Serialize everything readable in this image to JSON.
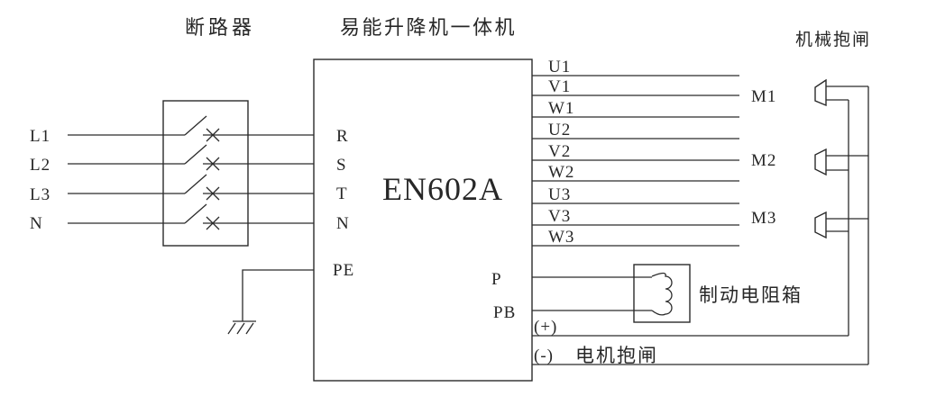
{
  "labels": {
    "breaker": "断路器",
    "machine": "易能升降机一体机",
    "mechanical_brake": "机械抱闸",
    "model": "EN602A",
    "brake_resistor_box": "制动电阻箱",
    "dc_plus": "(+)",
    "dc_minus": "(-)",
    "motor_brake": "电机抱闸"
  },
  "input_terminals": [
    "L1",
    "L2",
    "L3",
    "N"
  ],
  "drive_input_terminals": [
    "R",
    "S",
    "T",
    "N",
    "PE"
  ],
  "brake_terminals": [
    "P",
    "PB"
  ],
  "output_terminals": [
    "U1",
    "V1",
    "W1",
    "U2",
    "V2",
    "W2",
    "U3",
    "V3",
    "W3"
  ],
  "motors": [
    "M1",
    "M2",
    "M3"
  ],
  "colors": {
    "line": "#2b2b2b",
    "background": "#ffffff"
  }
}
